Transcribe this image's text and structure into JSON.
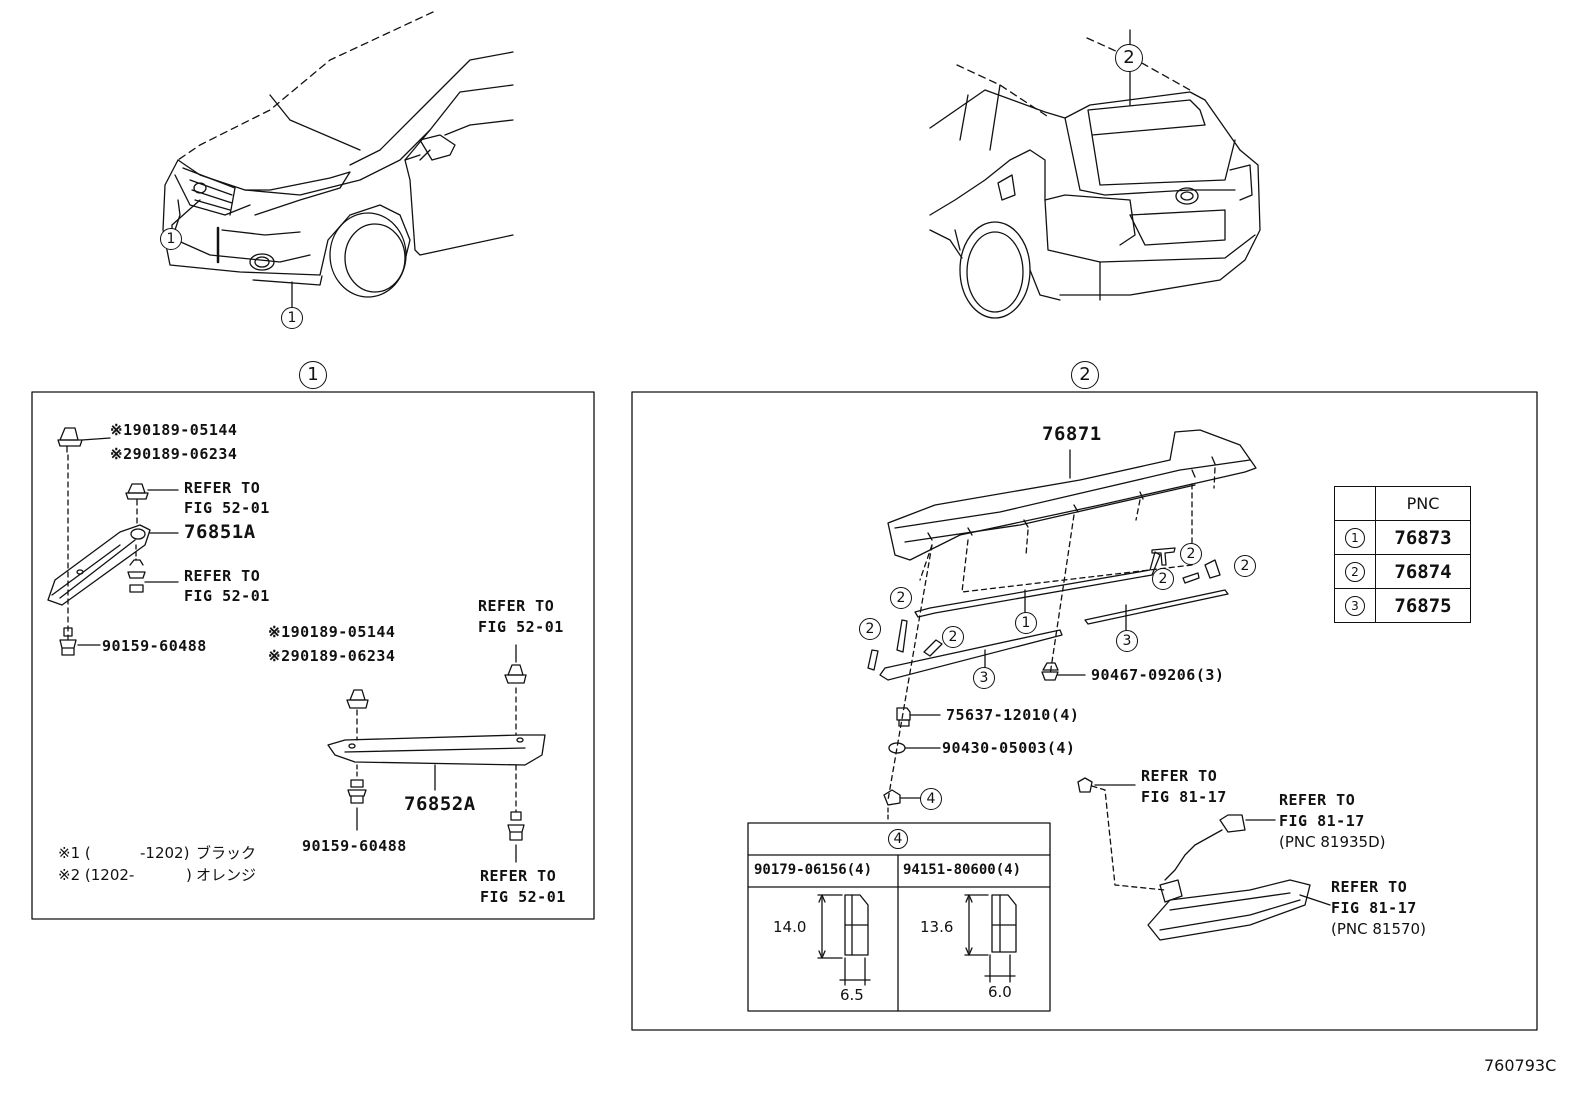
{
  "callouts": {
    "c1": "1",
    "c2": "2",
    "c3": "3",
    "c4": "4"
  },
  "panel1": {
    "part_a1": "※190189-05144",
    "part_a2": "※290189-06234",
    "refer_1a": "REFER TO",
    "refer_1b": "FIG 52-01",
    "part_76851a": "76851A",
    "refer_2a": "REFER TO",
    "refer_2b": "FIG 52-01",
    "part_bolt_left": "90159-60488",
    "part_b1": "※190189-05144",
    "part_b2": "※290189-06234",
    "refer_3a": "REFER TO",
    "refer_3b": "FIG 52-01",
    "part_76852a": "76852A",
    "part_bolt_mid": "90159-60488",
    "refer_4a": "REFER TO",
    "refer_4b": "FIG 52-01",
    "note1_prefix": "※1 (",
    "note1_range": "-1202)",
    "note1_color": "ブラック",
    "note2_prefix": "※2 (1202-",
    "note2_range": ")",
    "note2_color": "オレンジ"
  },
  "panel2": {
    "part_76871": "76871",
    "part_90467": "90467-09206(3)",
    "part_75637": "75637-12010(4)",
    "part_90430": "90430-05003(4)",
    "refer_5a": "REFER TO",
    "refer_5b": "FIG 81-17",
    "refer_6a": "REFER TO",
    "refer_6b": "FIG 81-17",
    "pnc_6": "(PNC 81935D)",
    "refer_7a": "REFER TO",
    "refer_7b": "FIG 81-17",
    "pnc_7": "(PNC 81570)"
  },
  "pnc_table": {
    "header": "PNC",
    "rows": [
      {
        "mark": "1",
        "pnc": "76873"
      },
      {
        "mark": "2",
        "pnc": "76874"
      },
      {
        "mark": "3",
        "pnc": "76875"
      }
    ]
  },
  "nut_table": {
    "header_mark": "4",
    "col1_part": "90179-06156(4)",
    "col2_part": "94151-80600(4)",
    "col1_height": "14.0",
    "col1_width": "6.5",
    "col2_height": "13.6",
    "col2_width": "6.0"
  },
  "figure_id": "760793C"
}
